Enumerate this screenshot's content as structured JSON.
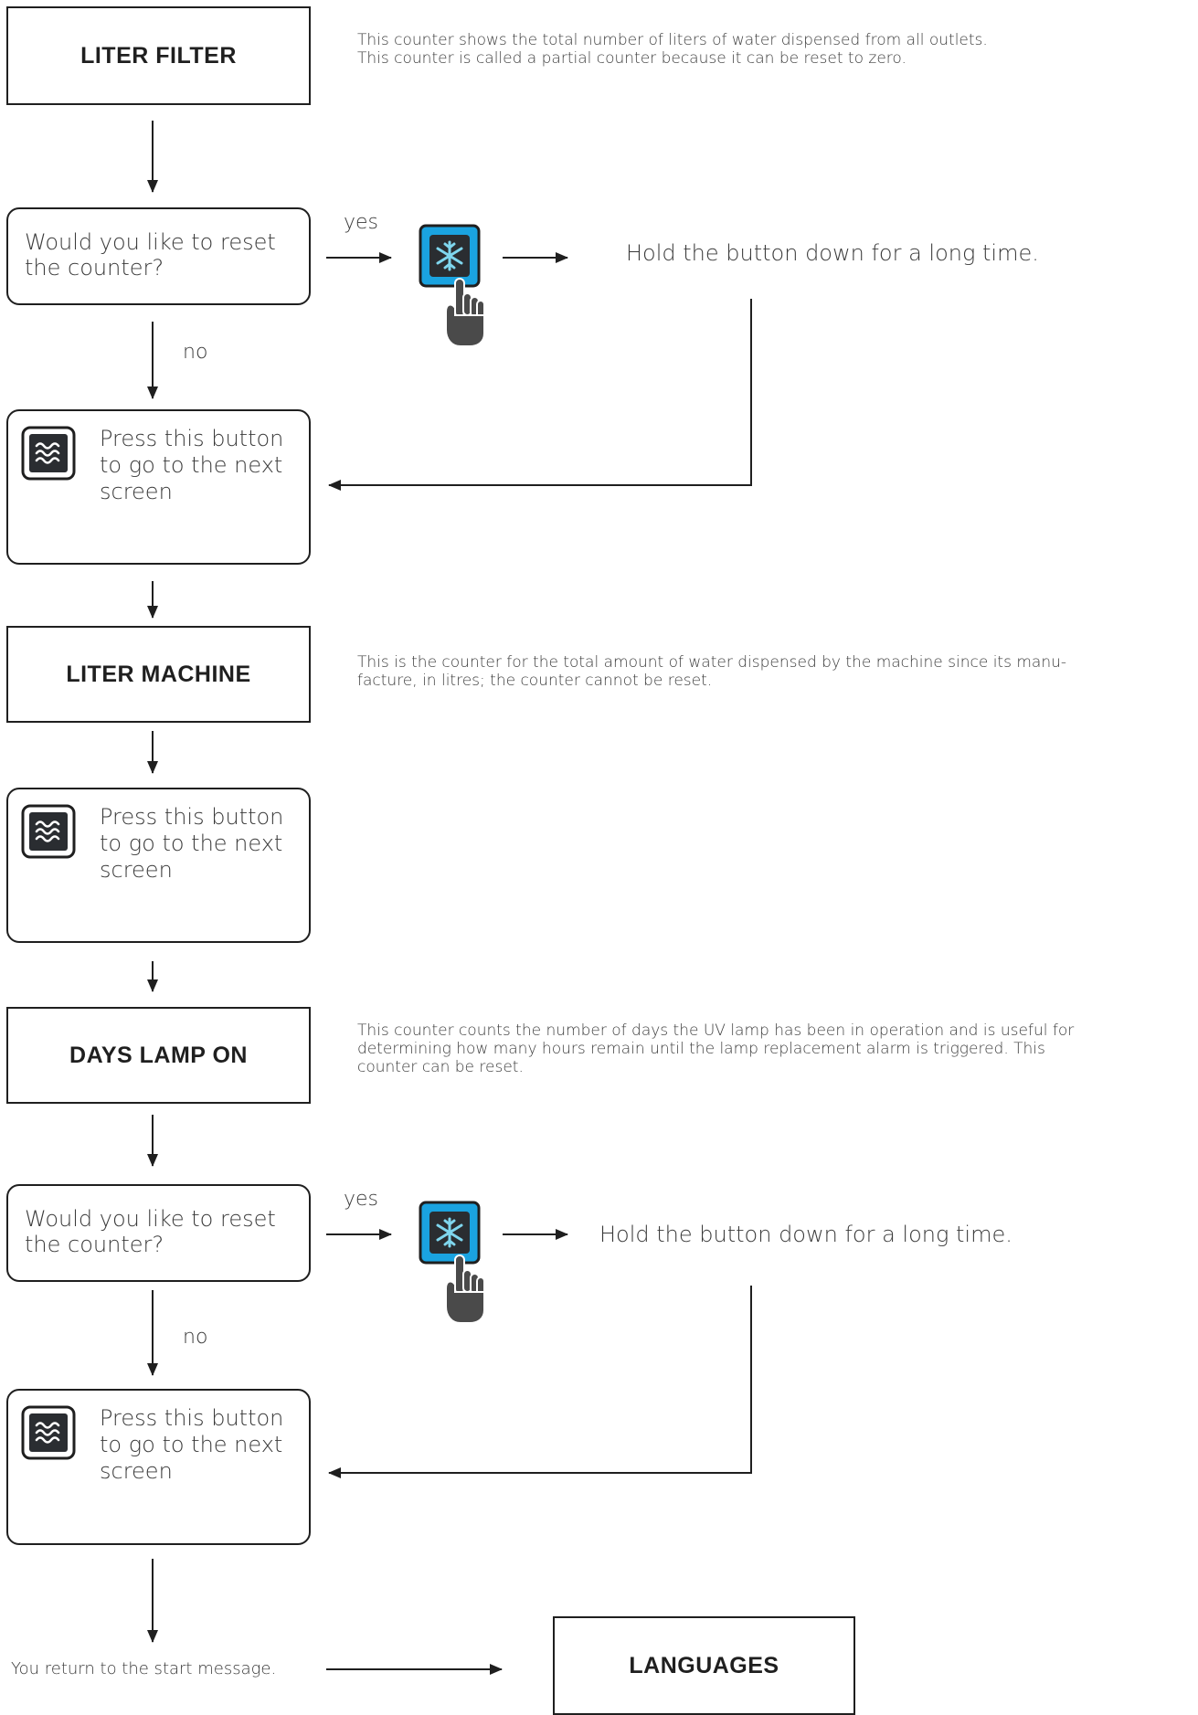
{
  "titles": {
    "liter_filter": "LITER FILTER",
    "liter_machine": "LITER MACHINE",
    "days_lamp_on": "DAYS LAMP ON",
    "languages": "LANGUAGES"
  },
  "descriptions": {
    "liter_filter": [
      "This counter shows the total number of liters of water dispensed from all outlets.",
      "This counter is called a partial counter because it can be reset to zero."
    ],
    "liter_machine": [
      "This is the counter for the total amount of water dispensed by the machine since its manu-",
      "facture, in litres; the counter cannot be reset."
    ],
    "days_lamp_on": [
      "This counter counts the number of days the UV lamp has been in operation and is useful for",
      "determining how many hours remain until the lamp replacement alarm is triggered. This",
      "counter can be reset."
    ]
  },
  "question": {
    "lines": [
      "Would you like to reset",
      "the counter?"
    ]
  },
  "press_next": {
    "lines": [
      "Press this button",
      "to go to the next",
      "screen"
    ]
  },
  "labels": {
    "yes": "yes",
    "no": "no",
    "hold": "Hold the button down for a long time.",
    "return": "You return to the start message."
  },
  "colors": {
    "accent_blue": "#1aa3e0",
    "button_dark": "#2a2d31",
    "snowflake": "#7fd6ee",
    "hand": "#4a4a4a"
  },
  "icons": {
    "next_button": "waves-icon",
    "reset_button": "snowflake-icon",
    "pointer": "hand-pointer-icon"
  }
}
